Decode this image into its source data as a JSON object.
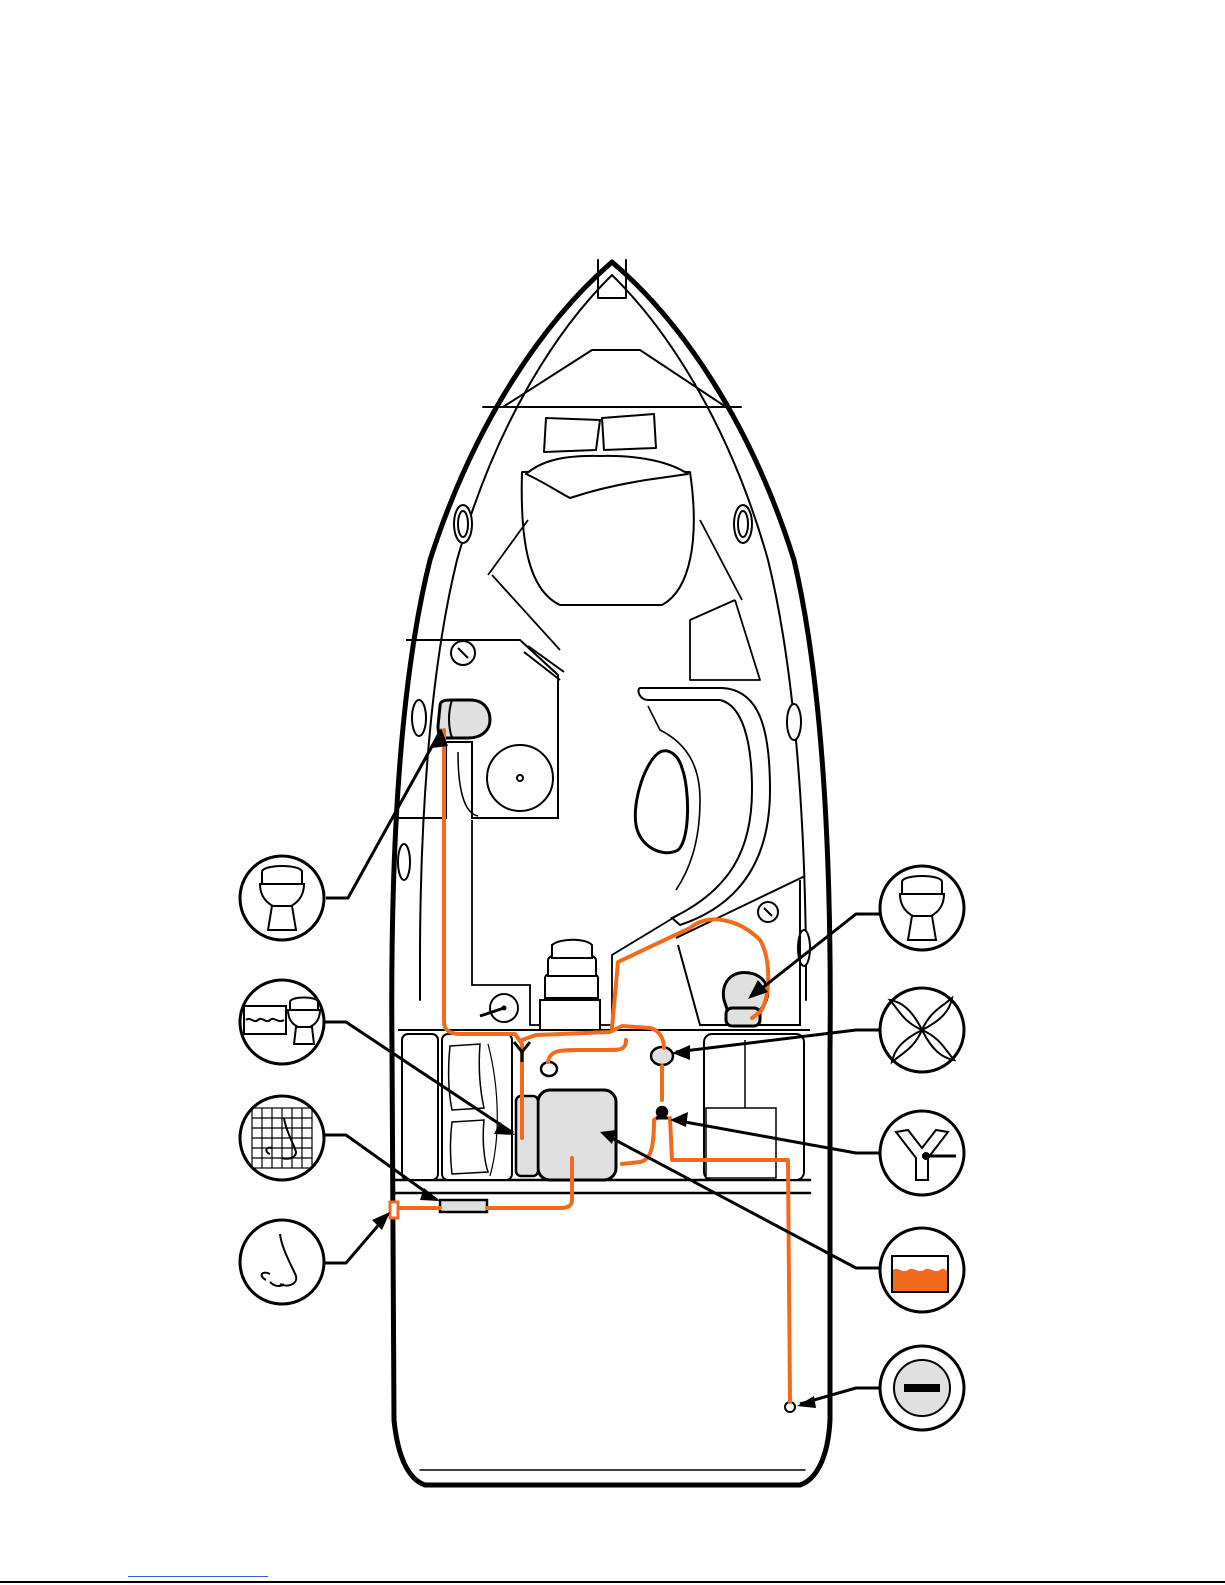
{
  "diagram": {
    "colors": {
      "hose": "#f26b1d",
      "outline": "#000000",
      "fill_component": "#e0e0e0",
      "hull_fill": "#ffffff",
      "tank_liquid": "#f26b1d"
    },
    "callouts": [
      {
        "id": "forward-head",
        "icon": "marine-toilet-icon"
      },
      {
        "id": "raw-water-intake",
        "icon": "toilet-with-water-intake-icon"
      },
      {
        "id": "odor-filter",
        "icon": "odor-filter-nose-icon"
      },
      {
        "id": "deck-vent",
        "icon": "nose-icon"
      },
      {
        "id": "aft-head",
        "icon": "marine-toilet-icon"
      },
      {
        "id": "macerator-pump",
        "icon": "pump-impeller-icon"
      },
      {
        "id": "y-valve",
        "icon": "y-valve-icon"
      },
      {
        "id": "holding-tank",
        "icon": "holding-tank-level-icon"
      },
      {
        "id": "deck-pumpout",
        "icon": "deck-fitting-icon"
      }
    ]
  }
}
